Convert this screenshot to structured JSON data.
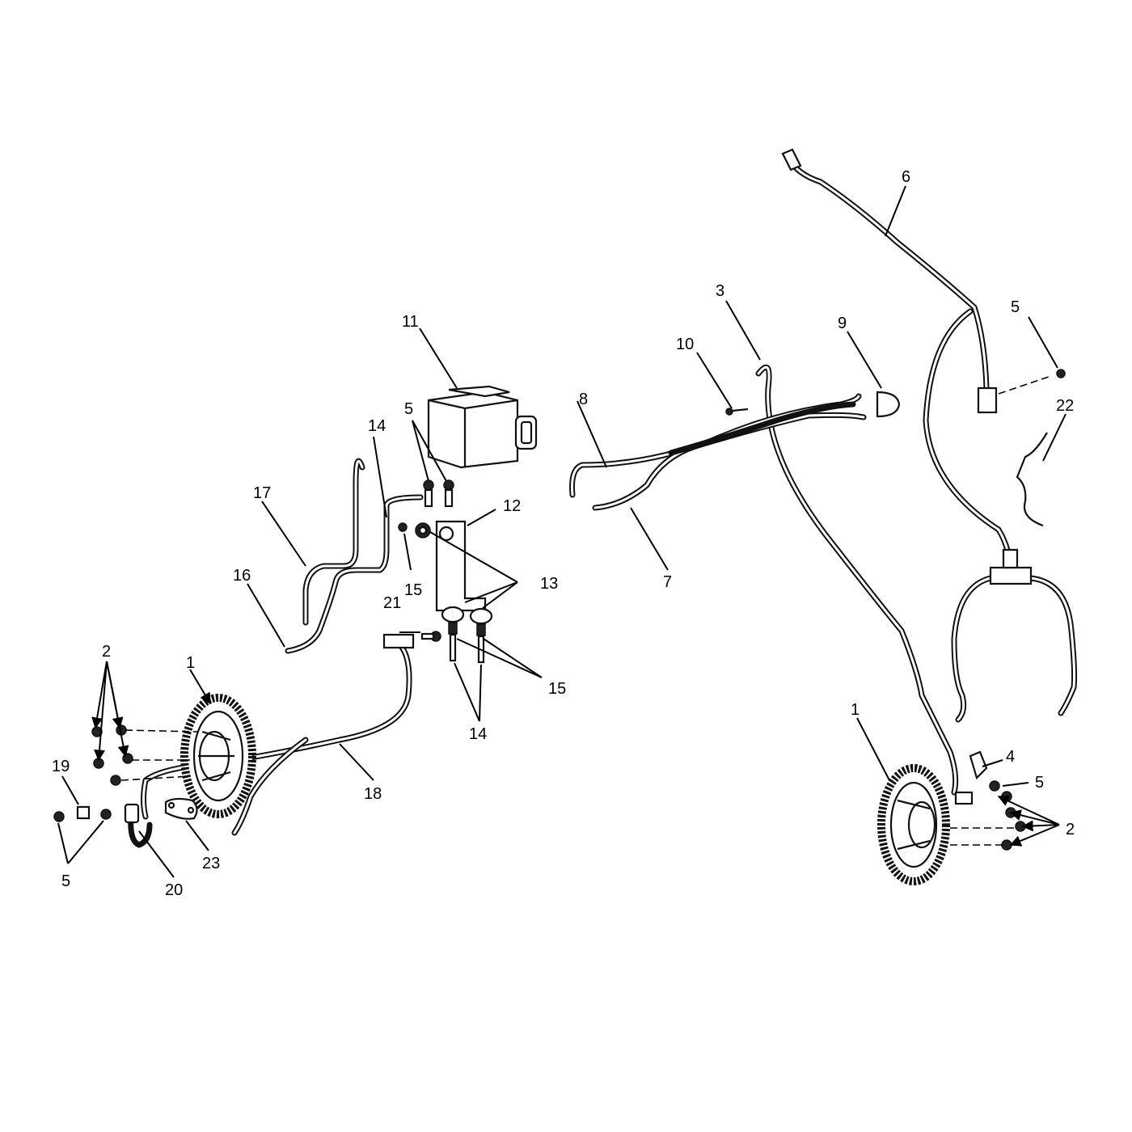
{
  "callouts": [
    "1",
    "1",
    "2",
    "2",
    "3",
    "4",
    "5",
    "5",
    "5",
    "5",
    "6",
    "7",
    "8",
    "9",
    "10",
    "11",
    "12",
    "13",
    "14",
    "14",
    "15",
    "15",
    "16",
    "17",
    "18",
    "19",
    "20",
    "21",
    "22",
    "23"
  ]
}
